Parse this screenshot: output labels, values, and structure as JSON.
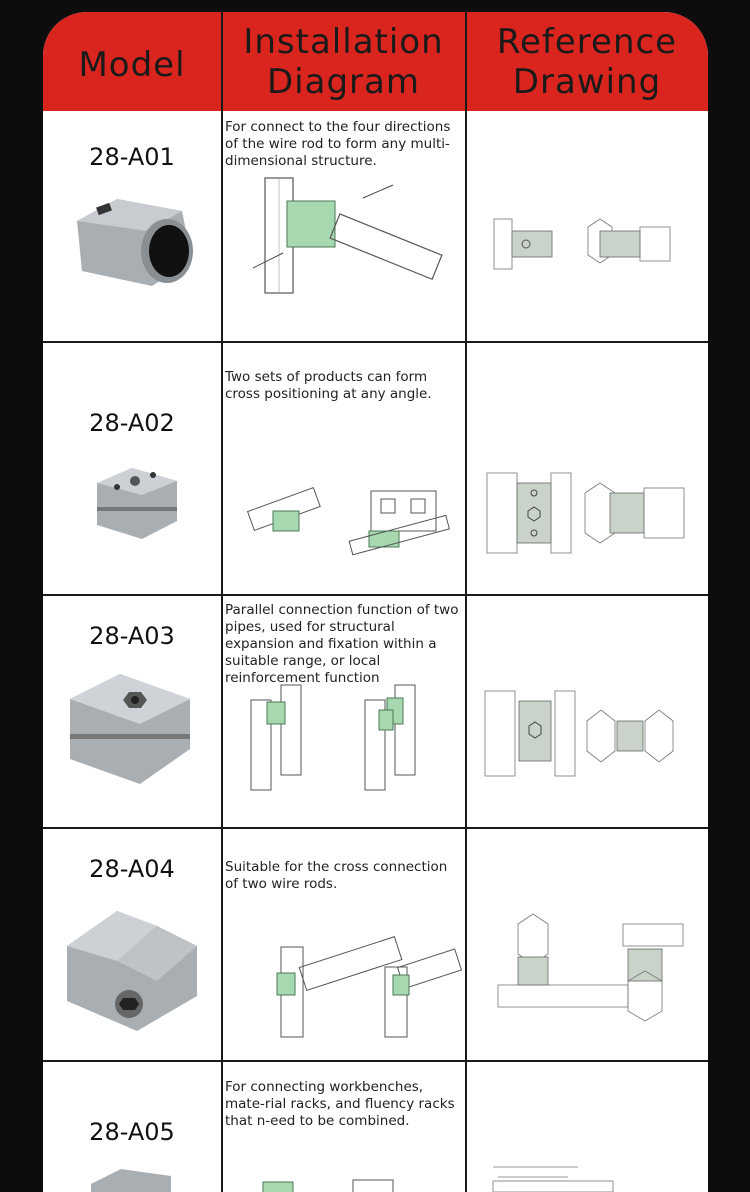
{
  "header": {
    "model": "Model",
    "installation_line1": "Installation",
    "installation_line2": "Diagram",
    "reference_line1": "Reference",
    "reference_line2": "Drawing"
  },
  "colors": {
    "header_red": "#d9251d",
    "part_gray": "#9ea3a8",
    "fitting_green": "#a8d8b0",
    "divider": "#1a1a1a"
  },
  "rows": [
    {
      "model": "28-A01",
      "description": "For connect to the four directions of the wire rod to form any multi-dimensional structure."
    },
    {
      "model": "28-A02",
      "description": "Two sets of products can form cross positioning at any angle."
    },
    {
      "model": "28-A03",
      "description": "Parallel connection function of two pipes, used for structural expansion and fixation within a suitable range, or local reinforcement function"
    },
    {
      "model": "28-A04",
      "description": "Suitable for the cross connection of two wire rods."
    },
    {
      "model": "28-A05",
      "description": "For connecting workbenches, mate-rial racks, and fluency racks that n-eed to be combined."
    }
  ]
}
